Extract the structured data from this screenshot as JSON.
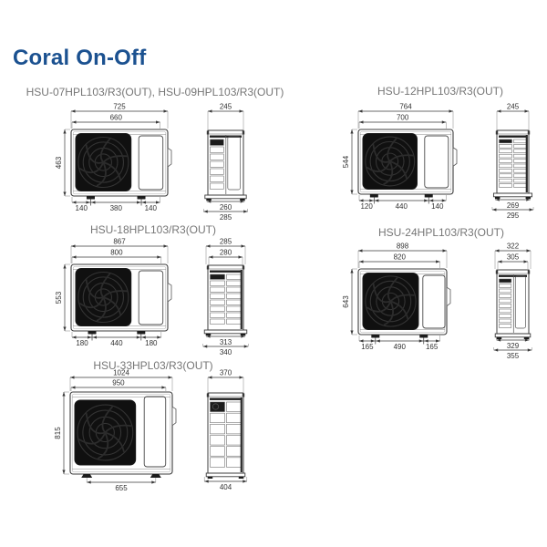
{
  "page": {
    "title": "Coral On-Off",
    "title_color": "#1b5190",
    "label_color": "#767676",
    "line_color": "#3f3f3f",
    "dim_text_color": "#323232",
    "background": "#ffffff"
  },
  "figures": [
    {
      "label": "HSU-07HPL103/R3(OUT), HSU-09HPL103/R3(OUT)",
      "front": {
        "width_outer": "725",
        "width_inner": "660",
        "height": "463",
        "bottom_segments": [
          "140",
          "380",
          "140"
        ]
      },
      "side": {
        "top_widths": [
          "245"
        ],
        "bottom_widths": [
          "260",
          "285"
        ]
      }
    },
    {
      "label": "HSU-12HPL103/R3(OUT)",
      "front": {
        "width_outer": "764",
        "width_inner": "700",
        "height": "544",
        "bottom_segments": [
          "120",
          "440",
          "140"
        ]
      },
      "side": {
        "top_widths": [
          "245"
        ],
        "bottom_widths": [
          "269",
          "295"
        ]
      }
    },
    {
      "label": "HSU-18HPL103/R3(OUT)",
      "front": {
        "width_outer": "867",
        "width_inner": "800",
        "height": "553",
        "bottom_segments": [
          "180",
          "440",
          "180"
        ]
      },
      "side": {
        "top_widths": [
          "285",
          "280"
        ],
        "bottom_widths": [
          "313",
          "340"
        ]
      }
    },
    {
      "label": "HSU-24HPL103/R3(OUT)",
      "front": {
        "width_outer": "898",
        "width_inner": "820",
        "height": "643",
        "bottom_segments": [
          "165",
          "490",
          "165"
        ]
      },
      "side": {
        "top_widths": [
          "322",
          "305"
        ],
        "bottom_widths": [
          "329",
          "355"
        ]
      }
    },
    {
      "label": "HSU-33HPL03/R3(OUT)",
      "front": {
        "width_outer": "1024",
        "width_inner": "950",
        "height": "815",
        "bottom_segments": [
          "655"
        ]
      },
      "side": {
        "top_widths": [
          "370"
        ],
        "bottom_widths": [
          "404"
        ]
      }
    }
  ]
}
